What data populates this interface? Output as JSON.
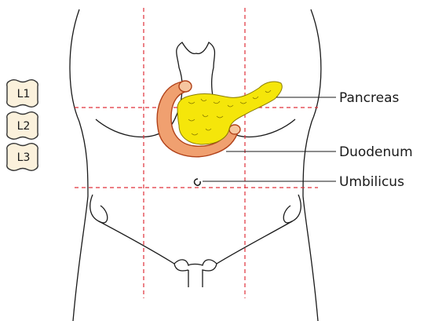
{
  "labels": {
    "pancreas": "Pancreas",
    "duodenum": "Duodenum",
    "umbilicus": "Umbilicus"
  },
  "vertebrae": [
    "L1",
    "L2",
    "L3"
  ],
  "colors": {
    "outline": "#1a1a1a",
    "guide_lines": "#e0303a",
    "pancreas_fill": "#f5e60a",
    "pancreas_stroke": "#8a7d00",
    "duodenum_fill": "#f0a070",
    "duodenum_stroke": "#b04018",
    "vertebra_fill": "#fbf1dc",
    "vertebra_stroke": "#333333"
  }
}
